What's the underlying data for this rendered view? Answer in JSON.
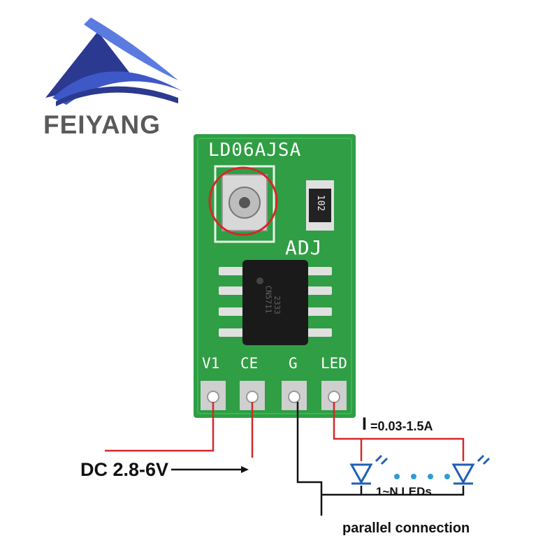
{
  "brand": {
    "name": "FEIYANG"
  },
  "board": {
    "model_label": "LD06AJSA",
    "adjust_label": "ADJ",
    "resistor_code": "102",
    "chip_marking_line1": "CN5711",
    "chip_marking_line2": "2333",
    "pins": [
      "V1",
      "CE",
      "G",
      "LED"
    ]
  },
  "annotations": {
    "current_symbol": "I",
    "current_value": "=0.03-1.5A",
    "supply": "DC 2.8-6V",
    "led_count": "1~N LEDs",
    "connection_type": "parallel connection"
  },
  "colors": {
    "pcb": "#2f9e44",
    "pcb_dark": "#1f7a33",
    "wire_positive": "#d62828",
    "wire_ground": "#111111",
    "led": "#1f5fb5",
    "logo_blue": "#2b3990"
  }
}
